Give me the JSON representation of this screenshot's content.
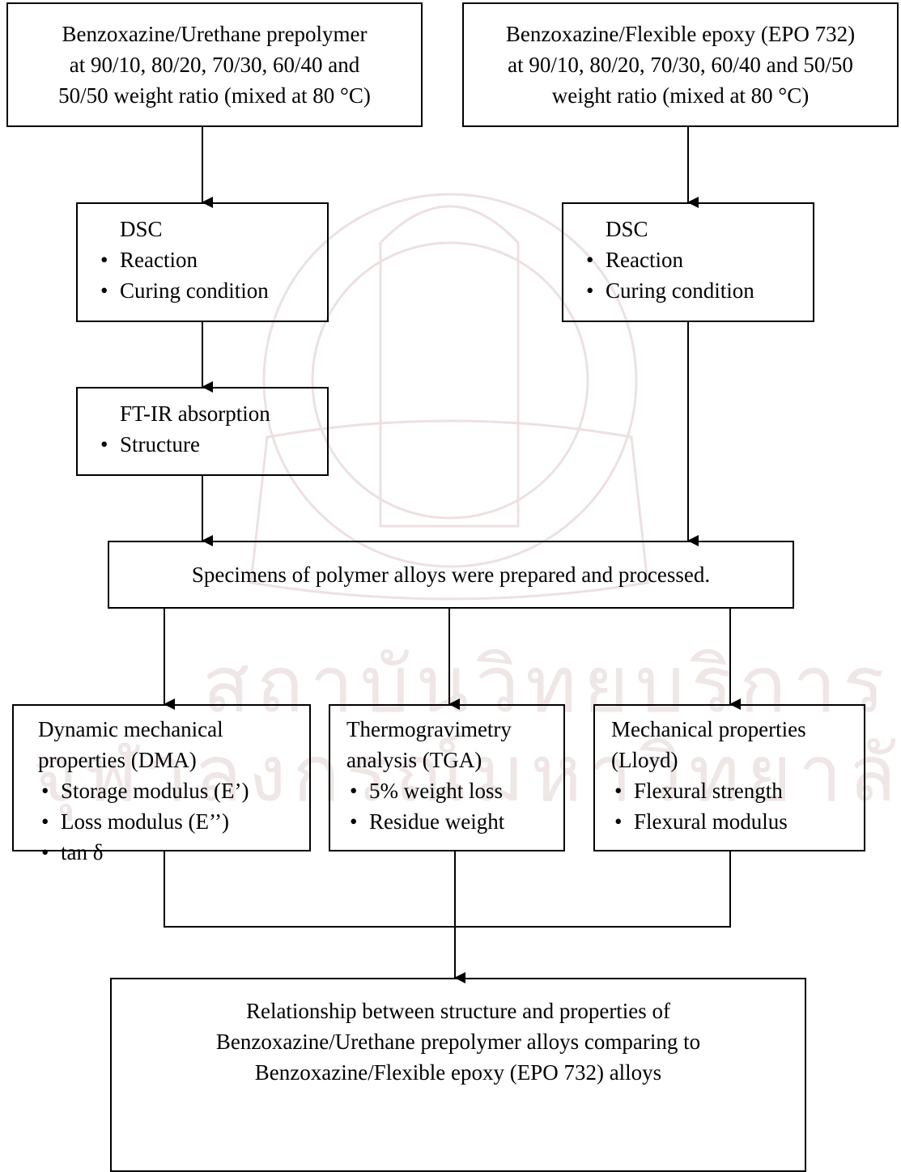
{
  "start_left": {
    "lines": [
      "Benzoxazine/Urethane prepolymer",
      "at 90/10, 80/20, 70/30, 60/40 and",
      "50/50 weight ratio (mixed at 80 °C)"
    ]
  },
  "start_right": {
    "lines": [
      "Benzoxazine/Flexible epoxy (EPO 732)",
      "at 90/10, 80/20, 70/30, 60/40 and 50/50",
      "weight ratio (mixed at 80 °C)"
    ]
  },
  "dsc_left": {
    "title": "DSC",
    "items": [
      "Reaction",
      "Curing condition"
    ]
  },
  "dsc_right": {
    "title": "DSC",
    "items": [
      "Reaction",
      "Curing condition"
    ]
  },
  "ftir": {
    "title": "FT-IR absorption",
    "items": [
      "Structure"
    ]
  },
  "specimens": {
    "text": "Specimens of polymer alloys were prepared and processed."
  },
  "dma": {
    "title_lines": [
      "Dynamic mechanical",
      "properties (DMA)"
    ],
    "items": [
      "Storage modulus (E’)",
      "Loss modulus (E’’)",
      "tan δ"
    ]
  },
  "tga": {
    "title_lines": [
      "Thermogravimetry",
      "analysis (TGA)"
    ],
    "items": [
      "5% weight loss",
      "Residue weight"
    ]
  },
  "mech": {
    "title_lines": [
      "Mechanical properties",
      "(Lloyd)"
    ],
    "items": [
      "Flexural strength",
      "Flexural modulus"
    ]
  },
  "result": {
    "lines": [
      "Relationship between structure and properties of",
      "Benzoxazine/Urethane prepolymer alloys comparing to",
      "Benzoxazine/Flexible epoxy (EPO 732) alloys"
    ]
  },
  "watermark": {
    "row1": "สถาบันวิทยบริการ",
    "row2": "จุฬาลงกรณ์มหาวิทยาลัย"
  }
}
